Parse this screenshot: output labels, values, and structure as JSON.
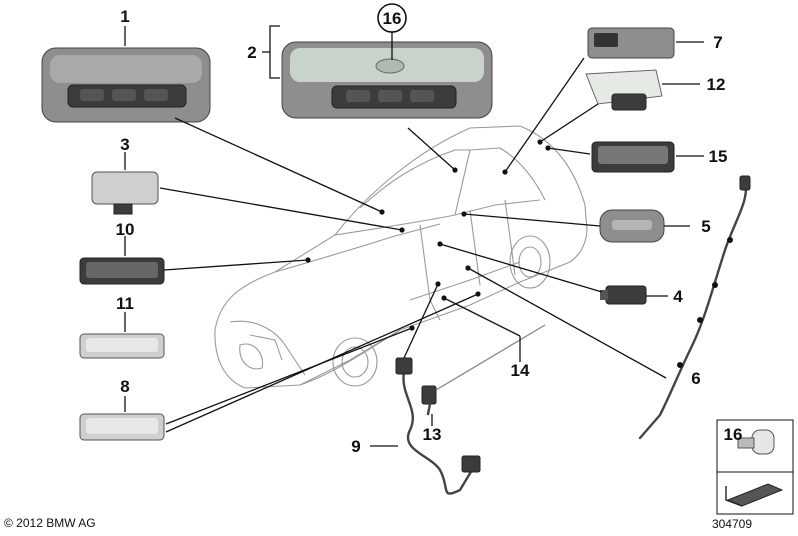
{
  "callouts": {
    "n1": "1",
    "n2": "2",
    "n3": "3",
    "n4": "4",
    "n5": "5",
    "n6": "6",
    "n7": "7",
    "n8": "8",
    "n9": "9",
    "n10": "10",
    "n11": "11",
    "n12": "12",
    "n13": "13",
    "n14": "14",
    "n15": "15",
    "n16": "16",
    "n16_inset": "16"
  },
  "footer": {
    "copyright": "© 2012 BMW AG",
    "doc_number": "304709"
  },
  "colors": {
    "ink": "#111111",
    "car_outline": "#9a9a9a",
    "part_dark": "#3c3c3c",
    "part_light": "#cfcfcf",
    "lens_green": "#dfe8df"
  }
}
